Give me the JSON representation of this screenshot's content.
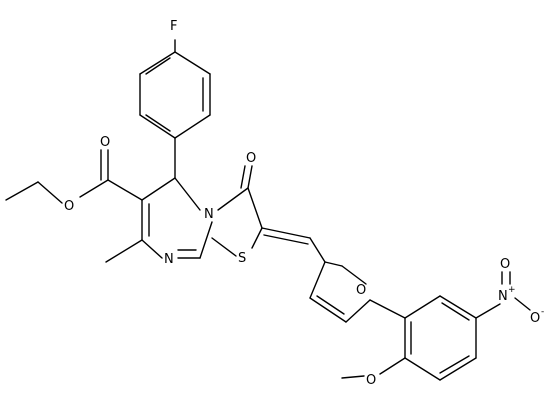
{
  "molecule": {
    "atoms": {
      "F": "F",
      "O_carbonyl": "O",
      "O_ester_carbonyl": "O",
      "O_ester": "O",
      "N_ring": "N",
      "N_pyrimidine": "N",
      "S": "S",
      "O_furan": "O",
      "N_nitro": "N",
      "N_nitro_charge": "+",
      "O_nitro": "O",
      "O_nitro_charge": "-",
      "O_methoxy": "O"
    }
  }
}
